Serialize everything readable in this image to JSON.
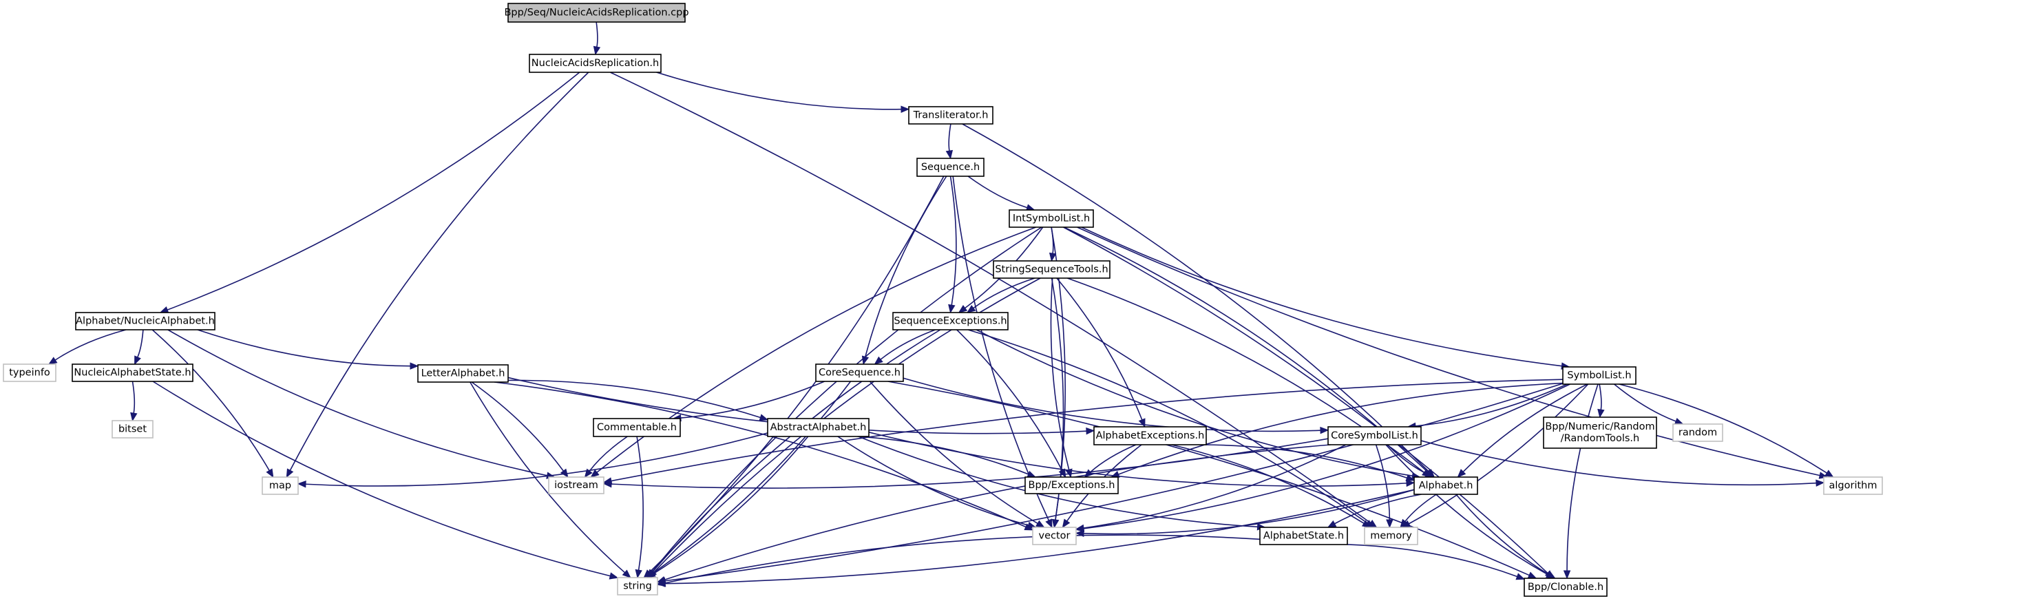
{
  "title": "Bpp/Seq/NucleicAcidsReplication.cpp include dependency graph",
  "colors": {
    "edge": "#191970",
    "root_fill": "#bfbfbf",
    "node_border": "#000000",
    "system_border": "#bfbfbf"
  },
  "nodes": [
    {
      "id": "root",
      "label": "Bpp/Seq/NucleicAcidsReplication.cpp",
      "kind": "root"
    },
    {
      "id": "nar",
      "label": "NucleicAcidsReplication.h",
      "kind": "local"
    },
    {
      "id": "translit",
      "label": "Transliterator.h",
      "kind": "local"
    },
    {
      "id": "sequence",
      "label": "Sequence.h",
      "kind": "local"
    },
    {
      "id": "intsym",
      "label": "IntSymbolList.h",
      "kind": "local"
    },
    {
      "id": "sst",
      "label": "StringSequenceTools.h",
      "kind": "local"
    },
    {
      "id": "seqexc",
      "label": "SequenceExceptions.h",
      "kind": "local"
    },
    {
      "id": "coreseq",
      "label": "CoreSequence.h",
      "kind": "local"
    },
    {
      "id": "nucalpha",
      "label": "Alphabet/NucleicAlphabet.h",
      "kind": "local"
    },
    {
      "id": "typeinfo",
      "label": "typeinfo",
      "kind": "system"
    },
    {
      "id": "nucstate",
      "label": "NucleicAlphabetState.h",
      "kind": "local"
    },
    {
      "id": "bitset",
      "label": "bitset",
      "kind": "system"
    },
    {
      "id": "letter",
      "label": "LetterAlphabet.h",
      "kind": "local"
    },
    {
      "id": "comment",
      "label": "Commentable.h",
      "kind": "local"
    },
    {
      "id": "abstract",
      "label": "AbstractAlphabet.h",
      "kind": "local"
    },
    {
      "id": "alphaexc",
      "label": "AlphabetExceptions.h",
      "kind": "local"
    },
    {
      "id": "coresym",
      "label": "CoreSymbolList.h",
      "kind": "local"
    },
    {
      "id": "symlist",
      "label": "SymbolList.h",
      "kind": "local"
    },
    {
      "id": "randtools",
      "label": "Bpp/Numeric/Random\n/RandomTools.h",
      "kind": "local"
    },
    {
      "id": "random",
      "label": "random",
      "kind": "system"
    },
    {
      "id": "algorithm",
      "label": "algorithm",
      "kind": "system"
    },
    {
      "id": "alphabet",
      "label": "Alphabet.h",
      "kind": "local"
    },
    {
      "id": "bppexc",
      "label": "Bpp/Exceptions.h",
      "kind": "local"
    },
    {
      "id": "map",
      "label": "map",
      "kind": "system"
    },
    {
      "id": "iostream",
      "label": "iostream",
      "kind": "system"
    },
    {
      "id": "vector",
      "label": "vector",
      "kind": "system"
    },
    {
      "id": "alphastate",
      "label": "AlphabetState.h",
      "kind": "local"
    },
    {
      "id": "memory",
      "label": "memory",
      "kind": "system"
    },
    {
      "id": "string",
      "label": "string",
      "kind": "system"
    },
    {
      "id": "clonable",
      "label": "Bpp/Clonable.h",
      "kind": "local"
    }
  ],
  "edges": [
    [
      "root",
      "nar"
    ],
    [
      "nar",
      "translit"
    ],
    [
      "nar",
      "nucalpha"
    ],
    [
      "nar",
      "map"
    ],
    [
      "nar",
      "memory"
    ],
    [
      "translit",
      "sequence"
    ],
    [
      "translit",
      "alphabet"
    ],
    [
      "sequence",
      "intsym"
    ],
    [
      "sequence",
      "seqexc"
    ],
    [
      "sequence",
      "coreseq"
    ],
    [
      "sequence",
      "string"
    ],
    [
      "sequence",
      "vector"
    ],
    [
      "intsym",
      "sst"
    ],
    [
      "intsym",
      "symlist"
    ],
    [
      "intsym",
      "seqexc"
    ],
    [
      "intsym",
      "iostream"
    ],
    [
      "intsym",
      "vector"
    ],
    [
      "intsym",
      "string"
    ],
    [
      "intsym",
      "alphabet"
    ],
    [
      "intsym",
      "algorithm"
    ],
    [
      "intsym",
      "clonable"
    ],
    [
      "sst",
      "seqexc"
    ],
    [
      "sst",
      "alphaexc"
    ],
    [
      "sst",
      "bppexc"
    ],
    [
      "sst",
      "alphabet"
    ],
    [
      "sst",
      "string"
    ],
    [
      "sst",
      "vector"
    ],
    [
      "seqexc",
      "coreseq"
    ],
    [
      "seqexc",
      "bppexc"
    ],
    [
      "seqexc",
      "alphabet"
    ],
    [
      "seqexc",
      "memory"
    ],
    [
      "seqexc",
      "string"
    ],
    [
      "coreseq",
      "comment"
    ],
    [
      "coreseq",
      "coresym"
    ],
    [
      "coreseq",
      "clonable"
    ],
    [
      "coreseq",
      "vector"
    ],
    [
      "coreseq",
      "string"
    ],
    [
      "nucalpha",
      "typeinfo"
    ],
    [
      "nucalpha",
      "nucstate"
    ],
    [
      "nucalpha",
      "letter"
    ],
    [
      "nucalpha",
      "map"
    ],
    [
      "nucalpha",
      "iostream"
    ],
    [
      "nucstate",
      "bitset"
    ],
    [
      "nucstate",
      "string"
    ],
    [
      "letter",
      "abstract"
    ],
    [
      "letter",
      "alphaexc"
    ],
    [
      "letter",
      "iostream"
    ],
    [
      "letter",
      "string"
    ],
    [
      "letter",
      "vector"
    ],
    [
      "comment",
      "iostream"
    ],
    [
      "comment",
      "string"
    ],
    [
      "abstract",
      "alphabet"
    ],
    [
      "abstract",
      "bppexc"
    ],
    [
      "abstract",
      "alphastate"
    ],
    [
      "abstract",
      "map"
    ],
    [
      "abstract",
      "vector"
    ],
    [
      "abstract",
      "string"
    ],
    [
      "alphaexc",
      "bppexc"
    ],
    [
      "alphaexc",
      "alphabet"
    ],
    [
      "alphaexc",
      "vector"
    ],
    [
      "alphaexc",
      "memory"
    ],
    [
      "coresym",
      "alphabet"
    ],
    [
      "coresym",
      "vector"
    ],
    [
      "coresym",
      "string"
    ],
    [
      "coresym",
      "memory"
    ],
    [
      "coresym",
      "clonable"
    ],
    [
      "coresym",
      "iostream"
    ],
    [
      "coresym",
      "algorithm"
    ],
    [
      "symlist",
      "randtools"
    ],
    [
      "symlist",
      "random"
    ],
    [
      "symlist",
      "coresym"
    ],
    [
      "symlist",
      "alphabet"
    ],
    [
      "symlist",
      "algorithm"
    ],
    [
      "symlist",
      "bppexc"
    ],
    [
      "symlist",
      "vector"
    ],
    [
      "symlist",
      "iostream"
    ],
    [
      "symlist",
      "string"
    ],
    [
      "symlist",
      "clonable"
    ],
    [
      "symlist",
      "memory"
    ],
    [
      "alphabet",
      "alphastate"
    ],
    [
      "alphabet",
      "vector"
    ],
    [
      "alphabet",
      "memory"
    ],
    [
      "alphabet",
      "string"
    ],
    [
      "alphabet",
      "clonable"
    ],
    [
      "alphastate",
      "clonable"
    ],
    [
      "alphastate",
      "string"
    ]
  ]
}
